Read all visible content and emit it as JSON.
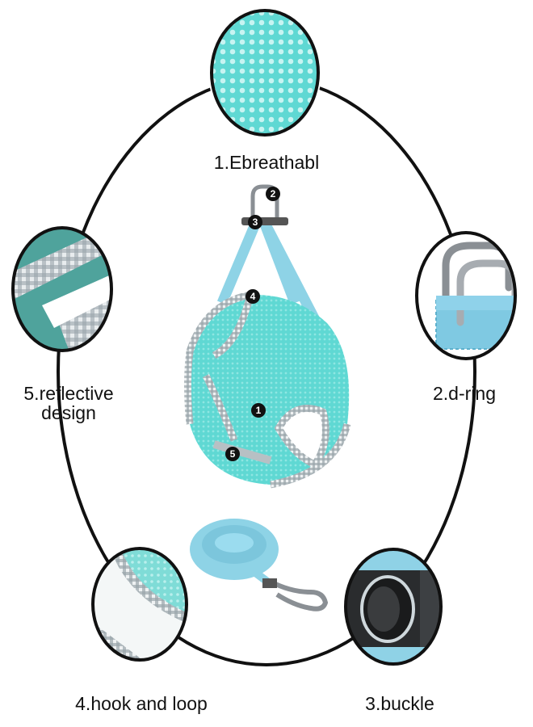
{
  "features": [
    {
      "number": "1",
      "label": "1.Ebreathabl"
    },
    {
      "number": "2",
      "label": "2.d-ring"
    },
    {
      "number": "3",
      "label": "3.buckle"
    },
    {
      "number": "4",
      "label": "4.hook and loop"
    },
    {
      "number": "5",
      "label_line1": "5.reflective",
      "label_line2": "design"
    }
  ],
  "colors": {
    "mesh": "#5fd8d3",
    "strap": "#8ed3e6",
    "ring": "#111111",
    "trim": "#9aa5ab"
  },
  "icons": {
    "d_ring": "d-ring-icon",
    "buckle": "buckle-icon",
    "leash": "leash-icon"
  }
}
